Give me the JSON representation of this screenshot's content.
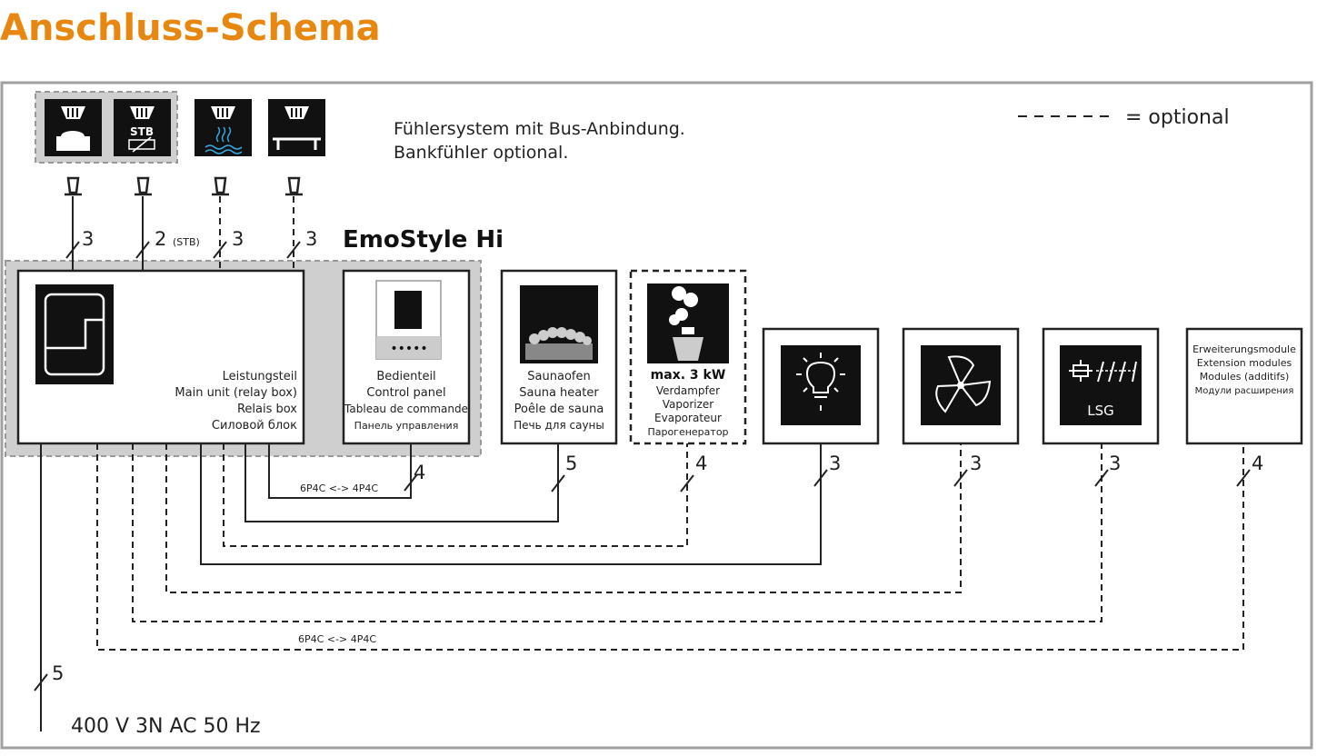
{
  "page": {
    "title": "Anschluss-Schema",
    "title_color": "#e8870f",
    "line_color": "#222222",
    "frame_color": "#a0a0a0",
    "group_bg": "#cfcfcf"
  },
  "legend": {
    "label": "= optional"
  },
  "sensor_note": {
    "line1": "Fühlersystem mit Bus-Anbindung.",
    "line2": "Bankfühler optional."
  },
  "product": {
    "name": "EmoStyle Hi"
  },
  "sensors": [
    {
      "icon": "stove-sensor-icon",
      "wire_count": "3",
      "wire_extra": ""
    },
    {
      "icon": "stb-sensor-icon",
      "stb_label": "STB",
      "wire_count": "2",
      "wire_extra": "(STB)"
    },
    {
      "icon": "humidity-sensor-icon",
      "wire_count": "3",
      "wire_extra": ""
    },
    {
      "icon": "bench-sensor-icon",
      "wire_count": "3",
      "wire_extra": ""
    }
  ],
  "main_unit": {
    "lines": [
      "Leistungsteil",
      "Main unit (relay box)",
      "Relais box",
      "Силовой блок"
    ]
  },
  "control_panel": {
    "lines": [
      "Bedienteil",
      "Control panel",
      "Tableau de commande",
      "Панель управления"
    ],
    "dots": "•••••"
  },
  "heater": {
    "lines": [
      "Saunaofen",
      "Sauna heater",
      "Poêle de sauna",
      "Печь для сауны"
    ]
  },
  "vaporizer": {
    "power": "max. 3 kW",
    "lines": [
      "Verdampfer",
      "Vaporizer",
      "Evaporateur",
      "Парогенератор"
    ]
  },
  "lsg": {
    "label": "LSG"
  },
  "extension": {
    "lines": [
      "Erweiterungsmodule",
      "Extension modules",
      "Modules (additifs)",
      "Модули расширения"
    ]
  },
  "wires": {
    "panel_count": "4",
    "panel_adapter": "6P4C <-> 4P4C",
    "heater_count": "5",
    "vaporizer_count": "4",
    "light_count": "3",
    "fan_count": "3",
    "lsg_count": "3",
    "extension_count": "4",
    "extension_adapter": "6P4C <-> 4P4C",
    "supply_count": "5"
  },
  "supply": {
    "label": "400 V 3N AC 50 Hz"
  }
}
